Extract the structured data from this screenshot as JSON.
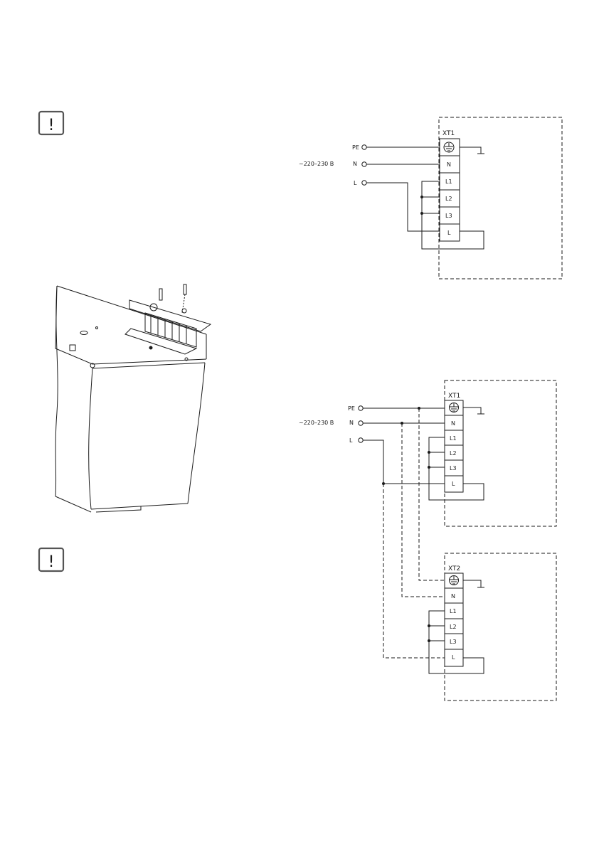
{
  "warning_icon": {
    "icon": "exclamation-icon",
    "glyph": "!"
  },
  "diagram_top": {
    "terminal_block": "XT1",
    "inputs": {
      "pe": "PE",
      "n": "N",
      "l": "L"
    },
    "voltage": "~220–230 В",
    "terminals": [
      "N",
      "L1",
      "L2",
      "L3",
      "L"
    ]
  },
  "diagram_bottom": {
    "block1": {
      "name": "XT1",
      "terminals": [
        "N",
        "L1",
        "L2",
        "L3",
        "L"
      ]
    },
    "block2": {
      "name": "XT2",
      "terminals": [
        "N",
        "L1",
        "L2",
        "L3",
        "L"
      ]
    },
    "inputs": {
      "pe": "PE",
      "n": "N",
      "l": "L"
    },
    "voltage": "~220–230 В"
  },
  "colors": {
    "ink": "#1a1a1a",
    "icon_border": "#555555"
  }
}
